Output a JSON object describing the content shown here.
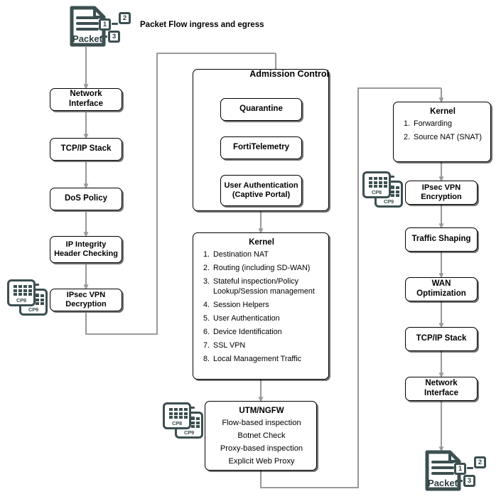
{
  "diagram": {
    "title_label": "Packet Flow ingress and egress",
    "colors": {
      "wire": "#9a9a9a",
      "box_border": "#000000",
      "chip": "#3c4f51",
      "background": "#ffffff"
    }
  },
  "packet_icons": {
    "ingress": {
      "name": "Packet",
      "badges": [
        "1",
        "2",
        "3"
      ]
    },
    "egress": {
      "name": "Packet",
      "badges": [
        "1",
        "2",
        "3"
      ]
    }
  },
  "chips": {
    "front_label": "CP8",
    "back_label": "CP9"
  },
  "ingress_column": {
    "steps": [
      {
        "label": "Network Interface"
      },
      {
        "label": "TCP/IP Stack"
      },
      {
        "label": "DoS Policy"
      },
      {
        "label": "IP Integrity Header Checking"
      },
      {
        "label": "IPsec VPN Decryption"
      }
    ]
  },
  "admission_control": {
    "title": "Admission Control",
    "steps": [
      {
        "label": "Quarantine"
      },
      {
        "label": "FortiTelemetry"
      },
      {
        "label": "User Authentication (Captive Portal)"
      }
    ]
  },
  "kernel_ingress": {
    "title": "Kernel",
    "items": [
      "Destination NAT",
      "Routing (including SD-WAN)",
      "Stateful inspection/Policy Lookup/Session management",
      "Session Helpers",
      "User Authentication",
      "Device Identification",
      "SSL VPN",
      "Local Management Traffic"
    ]
  },
  "utm_ngfw": {
    "title": "UTM/NGFW",
    "items": [
      "Flow-based inspection",
      "Botnet Check",
      "Proxy-based inspection",
      "Explicit Web Proxy"
    ]
  },
  "kernel_egress": {
    "title": "Kernel",
    "items": [
      "Forwarding",
      "Source NAT (SNAT)"
    ]
  },
  "egress_column": {
    "steps": [
      {
        "label": "IPsec VPN Encryption"
      },
      {
        "label": "Traffic Shaping"
      },
      {
        "label": "WAN Optimization"
      },
      {
        "label": "TCP/IP Stack"
      },
      {
        "label": "Network Interface"
      }
    ]
  }
}
